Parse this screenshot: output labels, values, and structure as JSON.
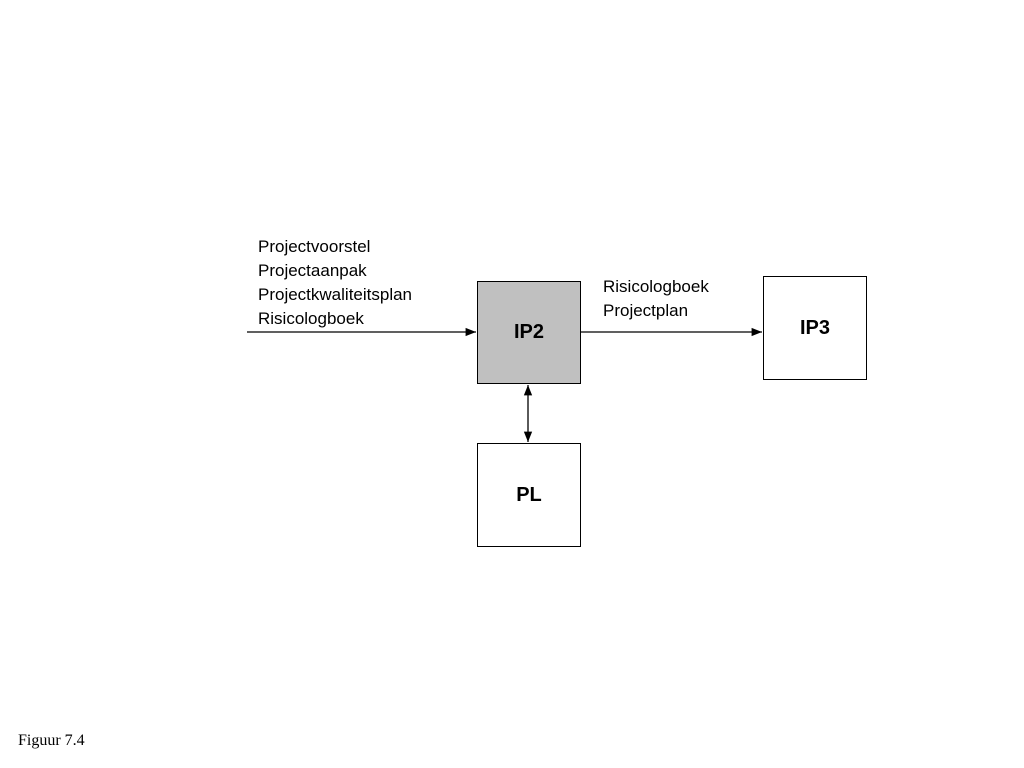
{
  "diagram": {
    "input_labels": [
      "Projectvoorstel",
      "Projectaanpak",
      "Projectkwaliteitsplan",
      "Risicologboek"
    ],
    "output_labels": [
      "Risicologboek",
      "Projectplan"
    ],
    "nodes": {
      "ip2": "IP2",
      "ip3": "IP3",
      "pl": "PL"
    },
    "colors": {
      "ip2_fill": "#c0c0c0",
      "other_fill": "#ffffff",
      "stroke": "#000000"
    }
  },
  "caption": "Figuur 7.4"
}
